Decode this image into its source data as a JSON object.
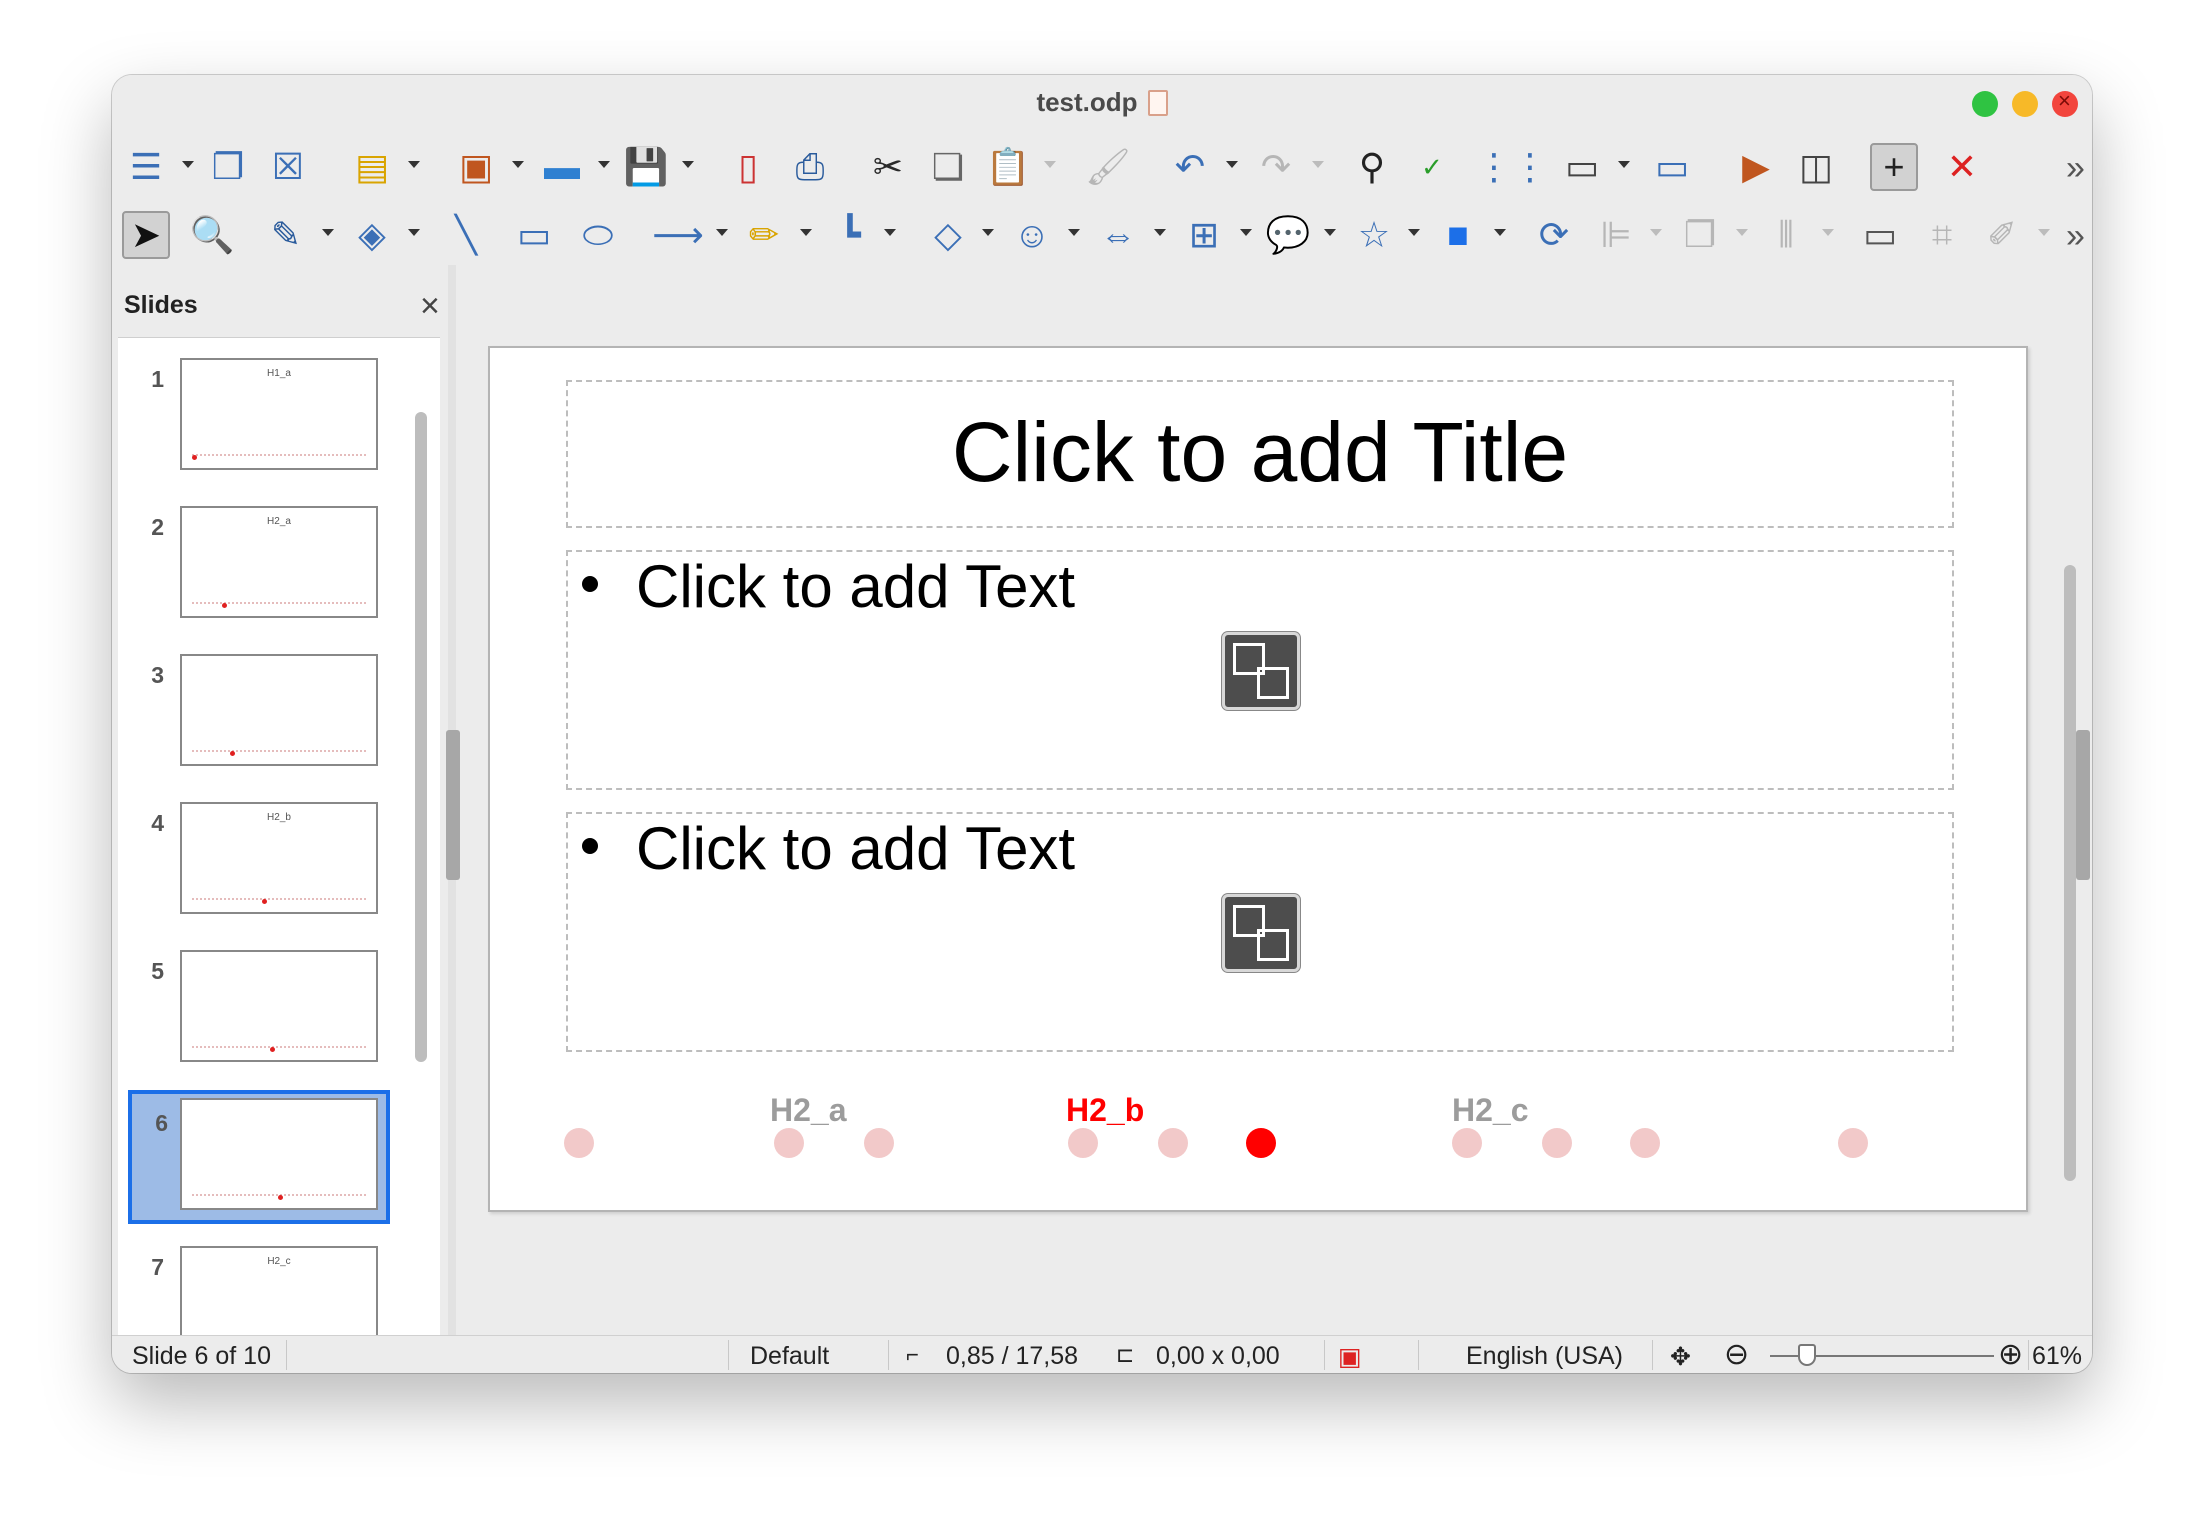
{
  "window": {
    "title": "test.odp",
    "controls": {
      "close": "close-window",
      "minimize": "minimize-window",
      "zoom": "zoom-window"
    }
  },
  "toolbar1": {
    "items": [
      {
        "name": "new-slide-icon"
      },
      {
        "name": "duplicate-slide-icon"
      },
      {
        "name": "delete-slide-icon"
      },
      {
        "name": "slide-layout-icon"
      },
      {
        "name": "master-slides-icon"
      },
      {
        "name": "open-icon"
      },
      {
        "name": "save-icon"
      },
      {
        "name": "export-pdf-icon"
      },
      {
        "name": "print-icon"
      },
      {
        "name": "cut-icon"
      },
      {
        "name": "copy-icon"
      },
      {
        "name": "paste-icon"
      },
      {
        "name": "clone-formatting-icon"
      },
      {
        "name": "undo-icon"
      },
      {
        "name": "redo-icon"
      },
      {
        "name": "find-replace-icon"
      },
      {
        "name": "spelling-icon"
      },
      {
        "name": "grid-icon"
      },
      {
        "name": "display-views-icon"
      },
      {
        "name": "master-view-icon"
      },
      {
        "name": "start-slideshow-icon"
      },
      {
        "name": "presentation-console-icon"
      },
      {
        "name": "add-slide-active-icon"
      },
      {
        "name": "remove-slide-icon"
      }
    ]
  },
  "toolbar2": {
    "items": [
      {
        "name": "select-icon"
      },
      {
        "name": "zoom-pan-icon"
      },
      {
        "name": "line-color-icon"
      },
      {
        "name": "fill-color-icon"
      },
      {
        "name": "line-icon"
      },
      {
        "name": "rectangle-icon"
      },
      {
        "name": "ellipse-icon"
      },
      {
        "name": "arrow-line-icon"
      },
      {
        "name": "curves-icon"
      },
      {
        "name": "connector-icon"
      },
      {
        "name": "basic-shapes-icon"
      },
      {
        "name": "symbol-shapes-icon"
      },
      {
        "name": "block-arrows-icon"
      },
      {
        "name": "flowchart-icon"
      },
      {
        "name": "callout-icon"
      },
      {
        "name": "stars-icon"
      },
      {
        "name": "3d-objects-icon"
      },
      {
        "name": "rotate-icon"
      },
      {
        "name": "align-icon"
      },
      {
        "name": "arrange-icon"
      },
      {
        "name": "distribute-icon"
      },
      {
        "name": "shadow-icon"
      },
      {
        "name": "crop-icon"
      },
      {
        "name": "filter-icon"
      }
    ]
  },
  "slides_panel": {
    "title": "Slides",
    "close_glyph": "×",
    "items": [
      {
        "number": "1",
        "title": "H1_a"
      },
      {
        "number": "2",
        "title": "H2_a"
      },
      {
        "number": "3",
        "title": ""
      },
      {
        "number": "4",
        "title": "H2_b"
      },
      {
        "number": "5",
        "title": ""
      },
      {
        "number": "6",
        "title": ""
      },
      {
        "number": "7",
        "title": "H2_c"
      }
    ],
    "selected_index": 5
  },
  "slide": {
    "title_placeholder": "Click to add Title",
    "text_placeholder_1": "Click to add Text",
    "text_placeholder_2": "Click to add Text",
    "nav_labels": [
      {
        "text": "H2_a",
        "current": false
      },
      {
        "text": "H2_b",
        "current": true
      },
      {
        "text": "H2_c",
        "current": false
      }
    ],
    "nav_dots_total": 10,
    "current_dot_index": 5
  },
  "statusbar": {
    "slide_indicator": "Slide 6 of 10",
    "master": "Default",
    "position": "0,85 / 17,58",
    "size": "0,00 x 0,00",
    "language": "English (USA)",
    "zoom": "61%"
  },
  "colors": {
    "accent": "#1c6fe8",
    "current_nav": "#ff0000",
    "inactive_nav": "#f2c9c9"
  }
}
